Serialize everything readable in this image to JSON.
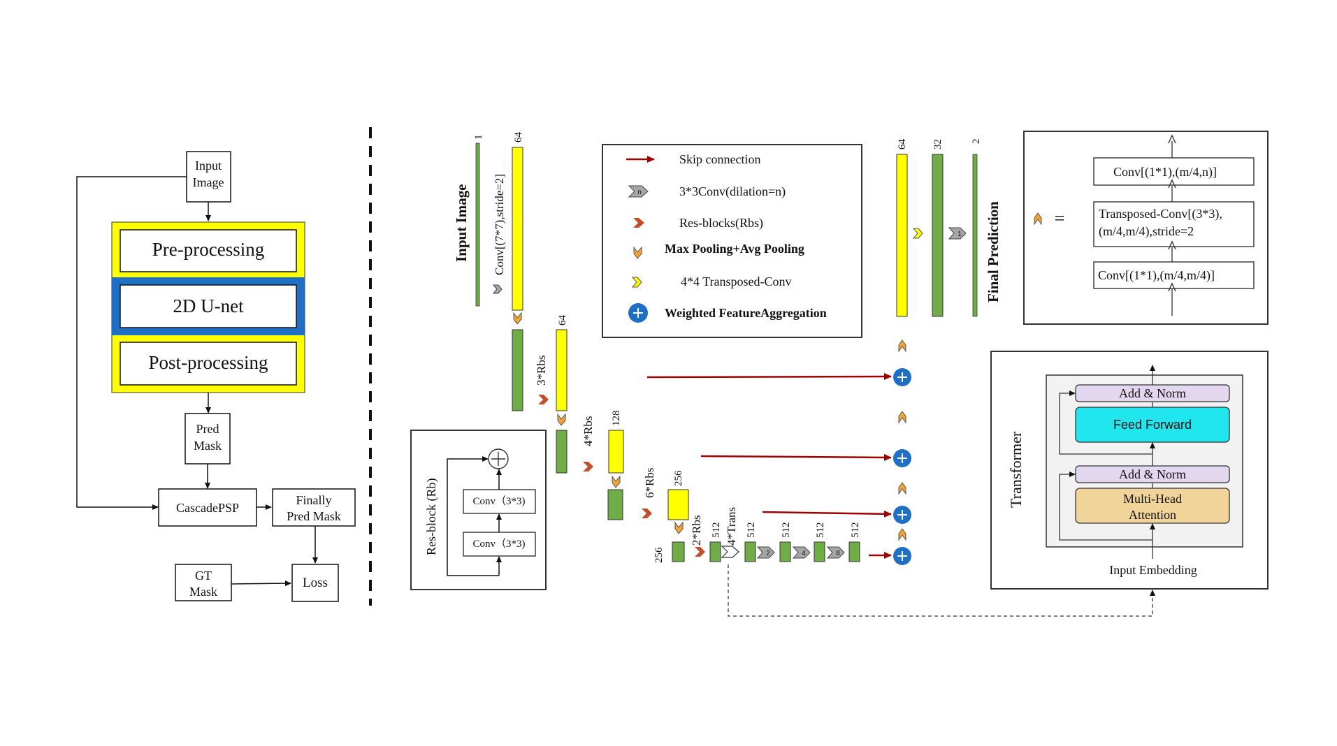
{
  "colors": {
    "yellow": "#ffff00",
    "green": "#70ad47",
    "blue": "#1f6fc5",
    "dark_red": "#a00000",
    "orange_chevron": "#c0502a",
    "gray_chevron": "#a6a6a6",
    "feed_forward": "#22e6ee",
    "add_norm": "#e3d7ef",
    "attention": "#f0d49a"
  },
  "pipeline": {
    "input_image": [
      "Input",
      "Image"
    ],
    "pre_processing": "Pre-processing",
    "unet": "2D U-net",
    "post_processing": "Post-processing",
    "pred_mask": [
      "Pred",
      "Mask"
    ],
    "cascadepsp": "CascadePSP",
    "finally_pred_mask": [
      "Finally",
      "Pred Mask"
    ],
    "gt_mask": [
      "GT",
      "Mask"
    ],
    "loss": "Loss"
  },
  "legend": {
    "skip": "Skip connection",
    "conv_dilation": "3*3Conv(dilation=n)",
    "conv_dilation_icon": "n",
    "res_blocks": "Res-blocks(Rbs)",
    "pooling": "Max Pooling+Avg Pooling",
    "transposed": "4*4 Transposed-Conv",
    "wfa": "Weighted FeatureAggregation"
  },
  "network": {
    "input_image": "Input Image",
    "conv_first": "Conv[(7*7),stride=2]",
    "channels": {
      "c1": "1",
      "c64a": "64",
      "c64b": "64",
      "c128": "128",
      "c256a": "256",
      "c256b": "256",
      "c512a": "512",
      "c512b": "512",
      "c512c": "512",
      "c512d": "512",
      "c512e": "512",
      "d64": "64",
      "d32": "32",
      "d2": "2"
    },
    "rbs3": "3*Rbs",
    "rbs4": "4*Rbs",
    "rbs6": "6*Rbs",
    "rbs2": "2*Rbs",
    "trans4": "4*Trans",
    "dil": [
      "2",
      "4",
      "8"
    ],
    "dil_final": "1",
    "final_prediction": "Final Prediction"
  },
  "resblock": {
    "title": "Res-block (Rb)",
    "conv1": "Conv（3*3)",
    "conv2": "Conv（3*3)"
  },
  "upsample": {
    "equals": "=",
    "conv_top": "Conv[(1*1),(m/4,n)]",
    "transposed": [
      "Transposed-Conv[(3*3),",
      "(m/4,m/4),stride=2"
    ],
    "conv_bottom": "Conv[(1*1),(m/4,m/4)]"
  },
  "transformer": {
    "title": "Transformer",
    "add_norm_top": "Add & Norm",
    "feed_forward": "Feed Forward",
    "add_norm_bottom": "Add & Norm",
    "attention": [
      "Multi-Head",
      "Attention"
    ],
    "input_embedding": "Input Embedding"
  }
}
